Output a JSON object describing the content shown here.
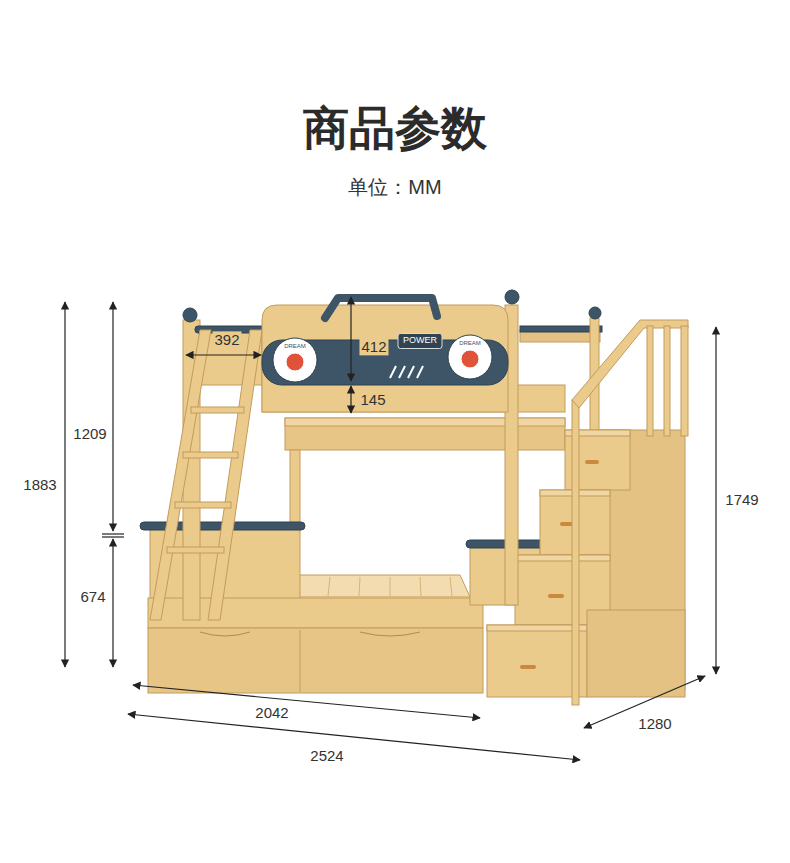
{
  "diagram": {
    "title": "商品参数",
    "nodes": [
      {
        "text": [
          "POWER"
        ]
      }
    ],
    "labels": [
      "单位：MM",
      "392",
      "412",
      "145",
      "1209",
      "1883",
      "674",
      "1749",
      "2042",
      "2524",
      "1280",
      "DREAM",
      "DREAM"
    ]
  }
}
